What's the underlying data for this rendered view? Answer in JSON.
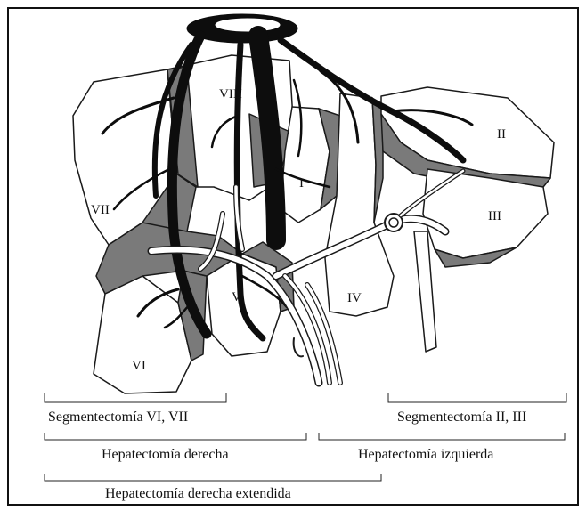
{
  "figure": {
    "segments": {
      "s1": "I",
      "s2": "II",
      "s3": "III",
      "s4": "IV",
      "s5": "V",
      "s6": "VI",
      "s7": "VII",
      "s8": "VIII"
    },
    "labels": {
      "seg_vi_vii": "Segmentectomía VI, VII",
      "seg_ii_iii": "Segmentectomía II, III",
      "hep_derecha": "Hepatectomía derecha",
      "hep_izquierda": "Hepatectomía izquierda",
      "hep_derecha_ext": "Hepatectomía derecha extendida"
    },
    "colors": {
      "liver_shade": "#7a7a7a",
      "vein": "#0d0d0d",
      "outline": "#1a1a1a",
      "portal": "#ffffff"
    }
  }
}
